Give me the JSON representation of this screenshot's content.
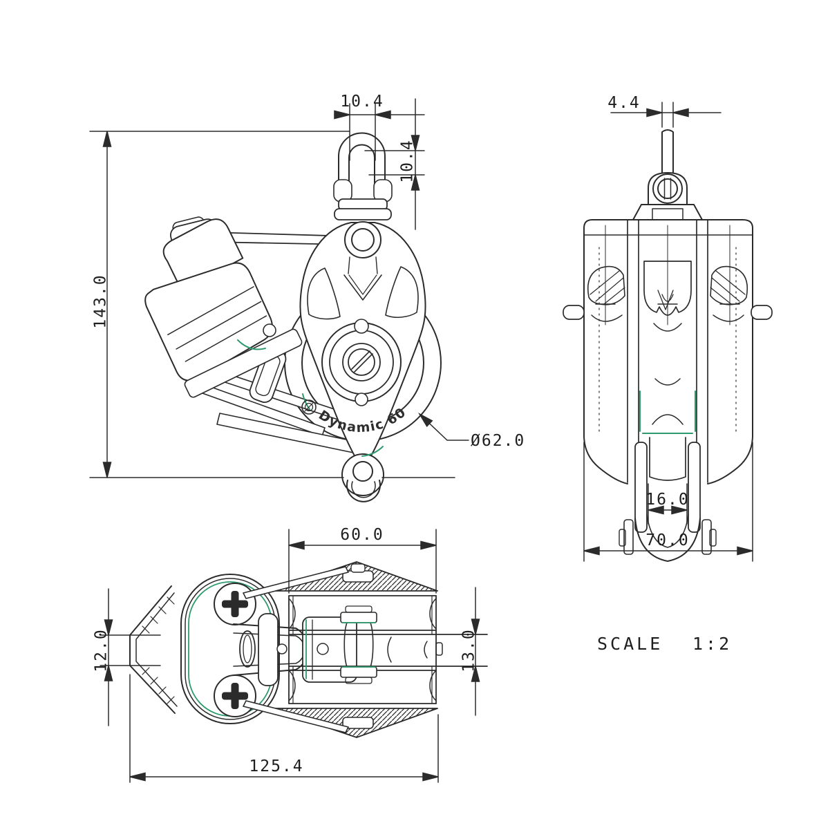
{
  "drawing": {
    "front_view": {
      "height_label": "143.0",
      "shackle_width_label": "10.4",
      "shackle_opening_label": "10.4",
      "sheave_diameter_label": "Ø62.0",
      "brand_label": "Dynamic 60"
    },
    "side_view": {
      "pin_width_label": "4.4",
      "hub_width_label": "16.0",
      "overall_width_label": "70.0"
    },
    "top_view": {
      "sheave_width_label": "60.0",
      "nose_height_label": "12.0",
      "sheave_thickness_label": "13.0",
      "overall_length_label": "125.4"
    },
    "scale_word": "SCALE",
    "scale_value": "1:2",
    "colors": {
      "line": "#2b2b2b",
      "accent_green": "#2E9B6E",
      "background": "#ffffff"
    }
  }
}
